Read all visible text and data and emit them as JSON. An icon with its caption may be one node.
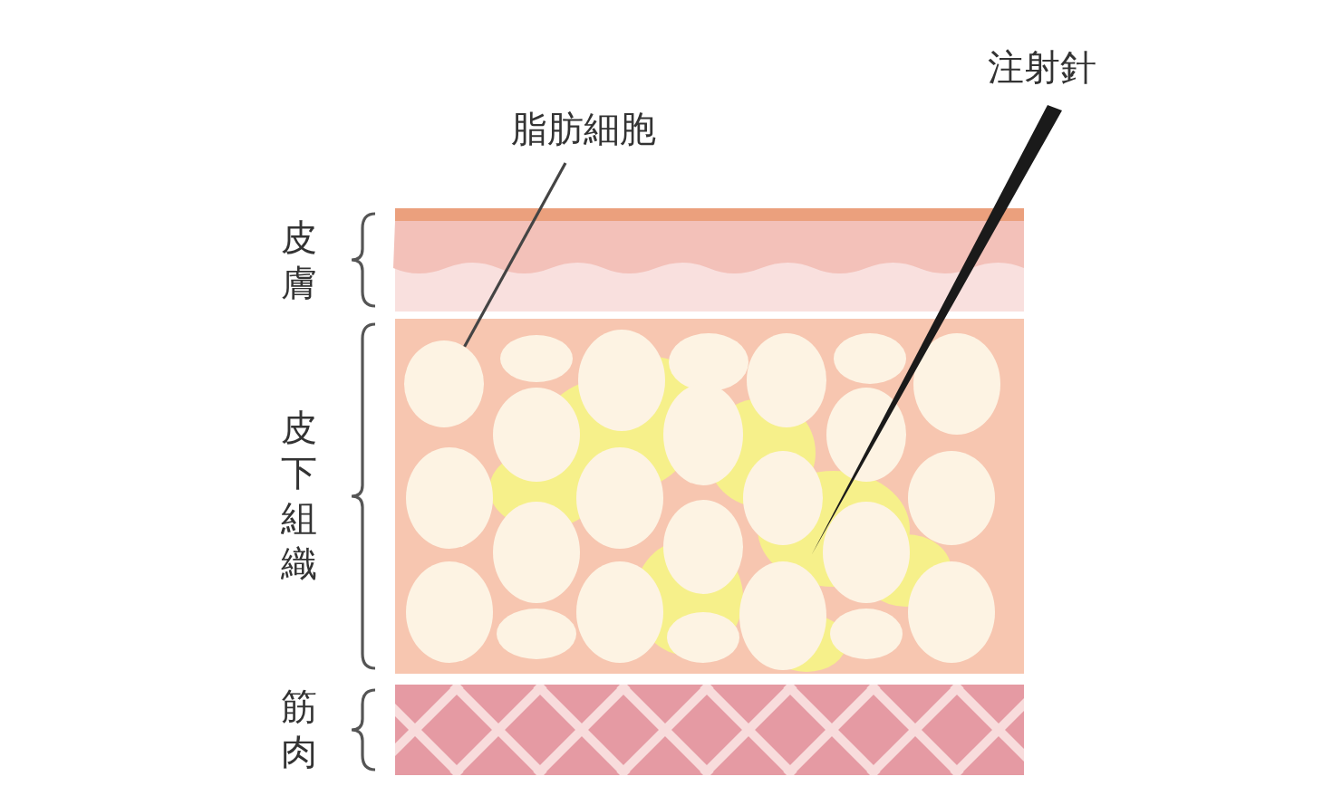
{
  "diagram": {
    "nodes": [
      {
        "text": [
          "皮膚"
        ]
      },
      {
        "text": [
          "皮下組織"
        ]
      },
      {
        "text": [
          "筋肉"
        ]
      },
      {
        "text": [
          "脂肪細胞"
        ]
      },
      {
        "text": [],
        "shape": "circle",
        "in": 1
      }
    ],
    "edges": [
      {
        "from": 3,
        "to": 4,
        "arrow": "none"
      }
    ],
    "labels": [
      "注射針"
    ]
  }
}
